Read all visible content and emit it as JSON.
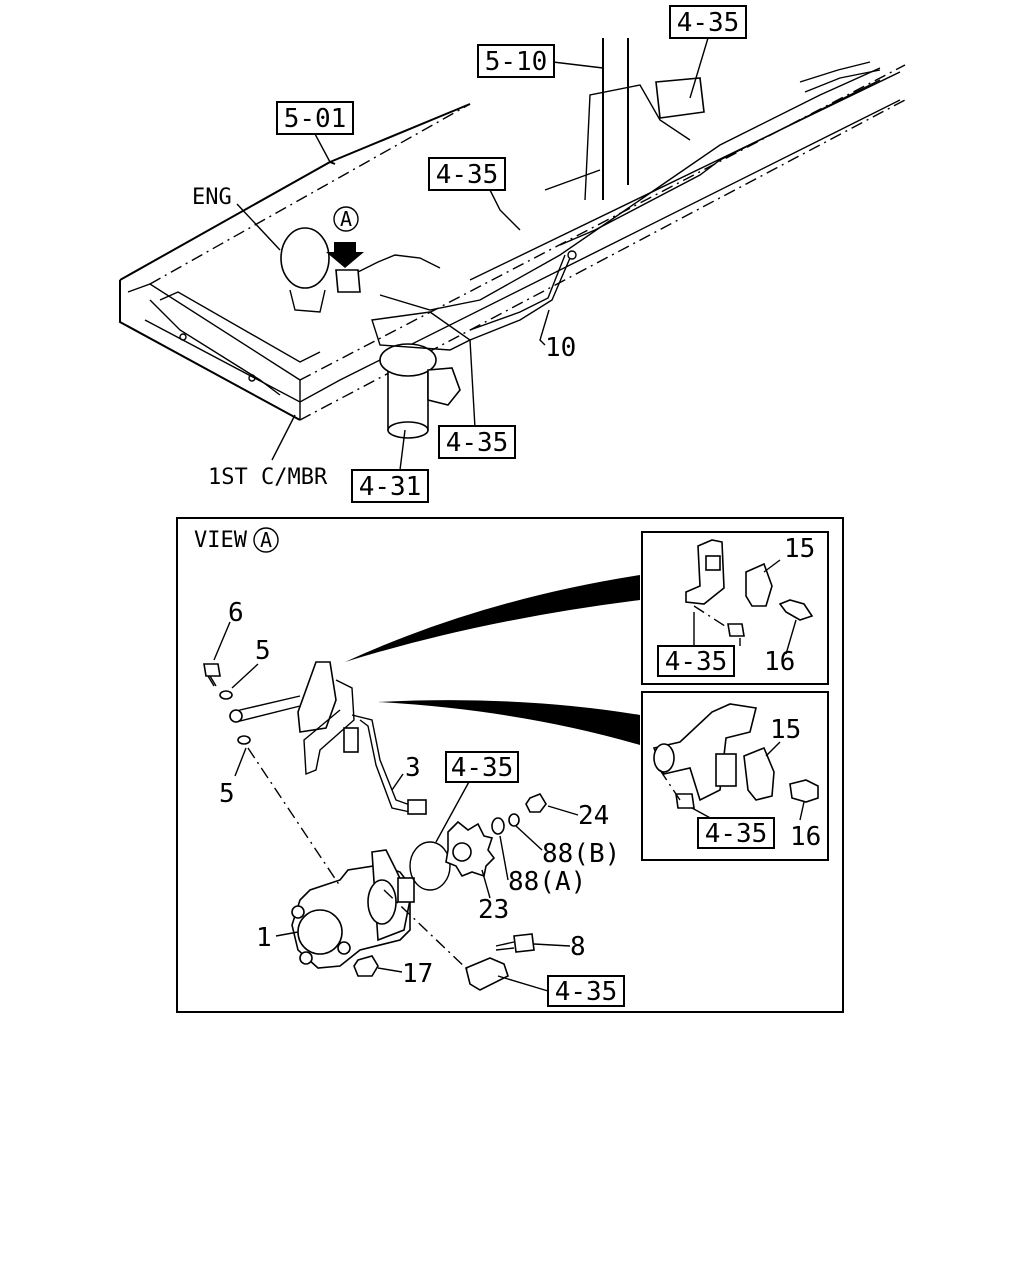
{
  "top_refs": {
    "ref_4_35_top": "4-35",
    "ref_5_10": "5-10",
    "ref_5_01": "5-01",
    "ref_4_35_mid": "4-35",
    "ref_4_35_lower": "4-35",
    "ref_4_31": "4-31"
  },
  "top_labels": {
    "eng": "ENG",
    "view_marker": "A",
    "part_10": "10",
    "first_crossmember": "1ST C/MBR"
  },
  "detail": {
    "view_title": "VIEW",
    "view_marker": "A",
    "parts": {
      "p6": "6",
      "p5_upper": "5",
      "p5_lower": "5",
      "p3": "3",
      "p24": "24",
      "p88b": "88(B)",
      "p88a": "88(A)",
      "p23": "23",
      "p1": "1",
      "p8": "8",
      "p17": "17"
    },
    "refs": {
      "ref_4_35_center": "4-35",
      "ref_4_35_bottom": "4-35"
    },
    "inset_upper": {
      "p15": "15",
      "p16": "16",
      "ref": "4-35"
    },
    "inset_lower": {
      "p15": "15",
      "p16": "16",
      "ref": "4-35"
    }
  }
}
